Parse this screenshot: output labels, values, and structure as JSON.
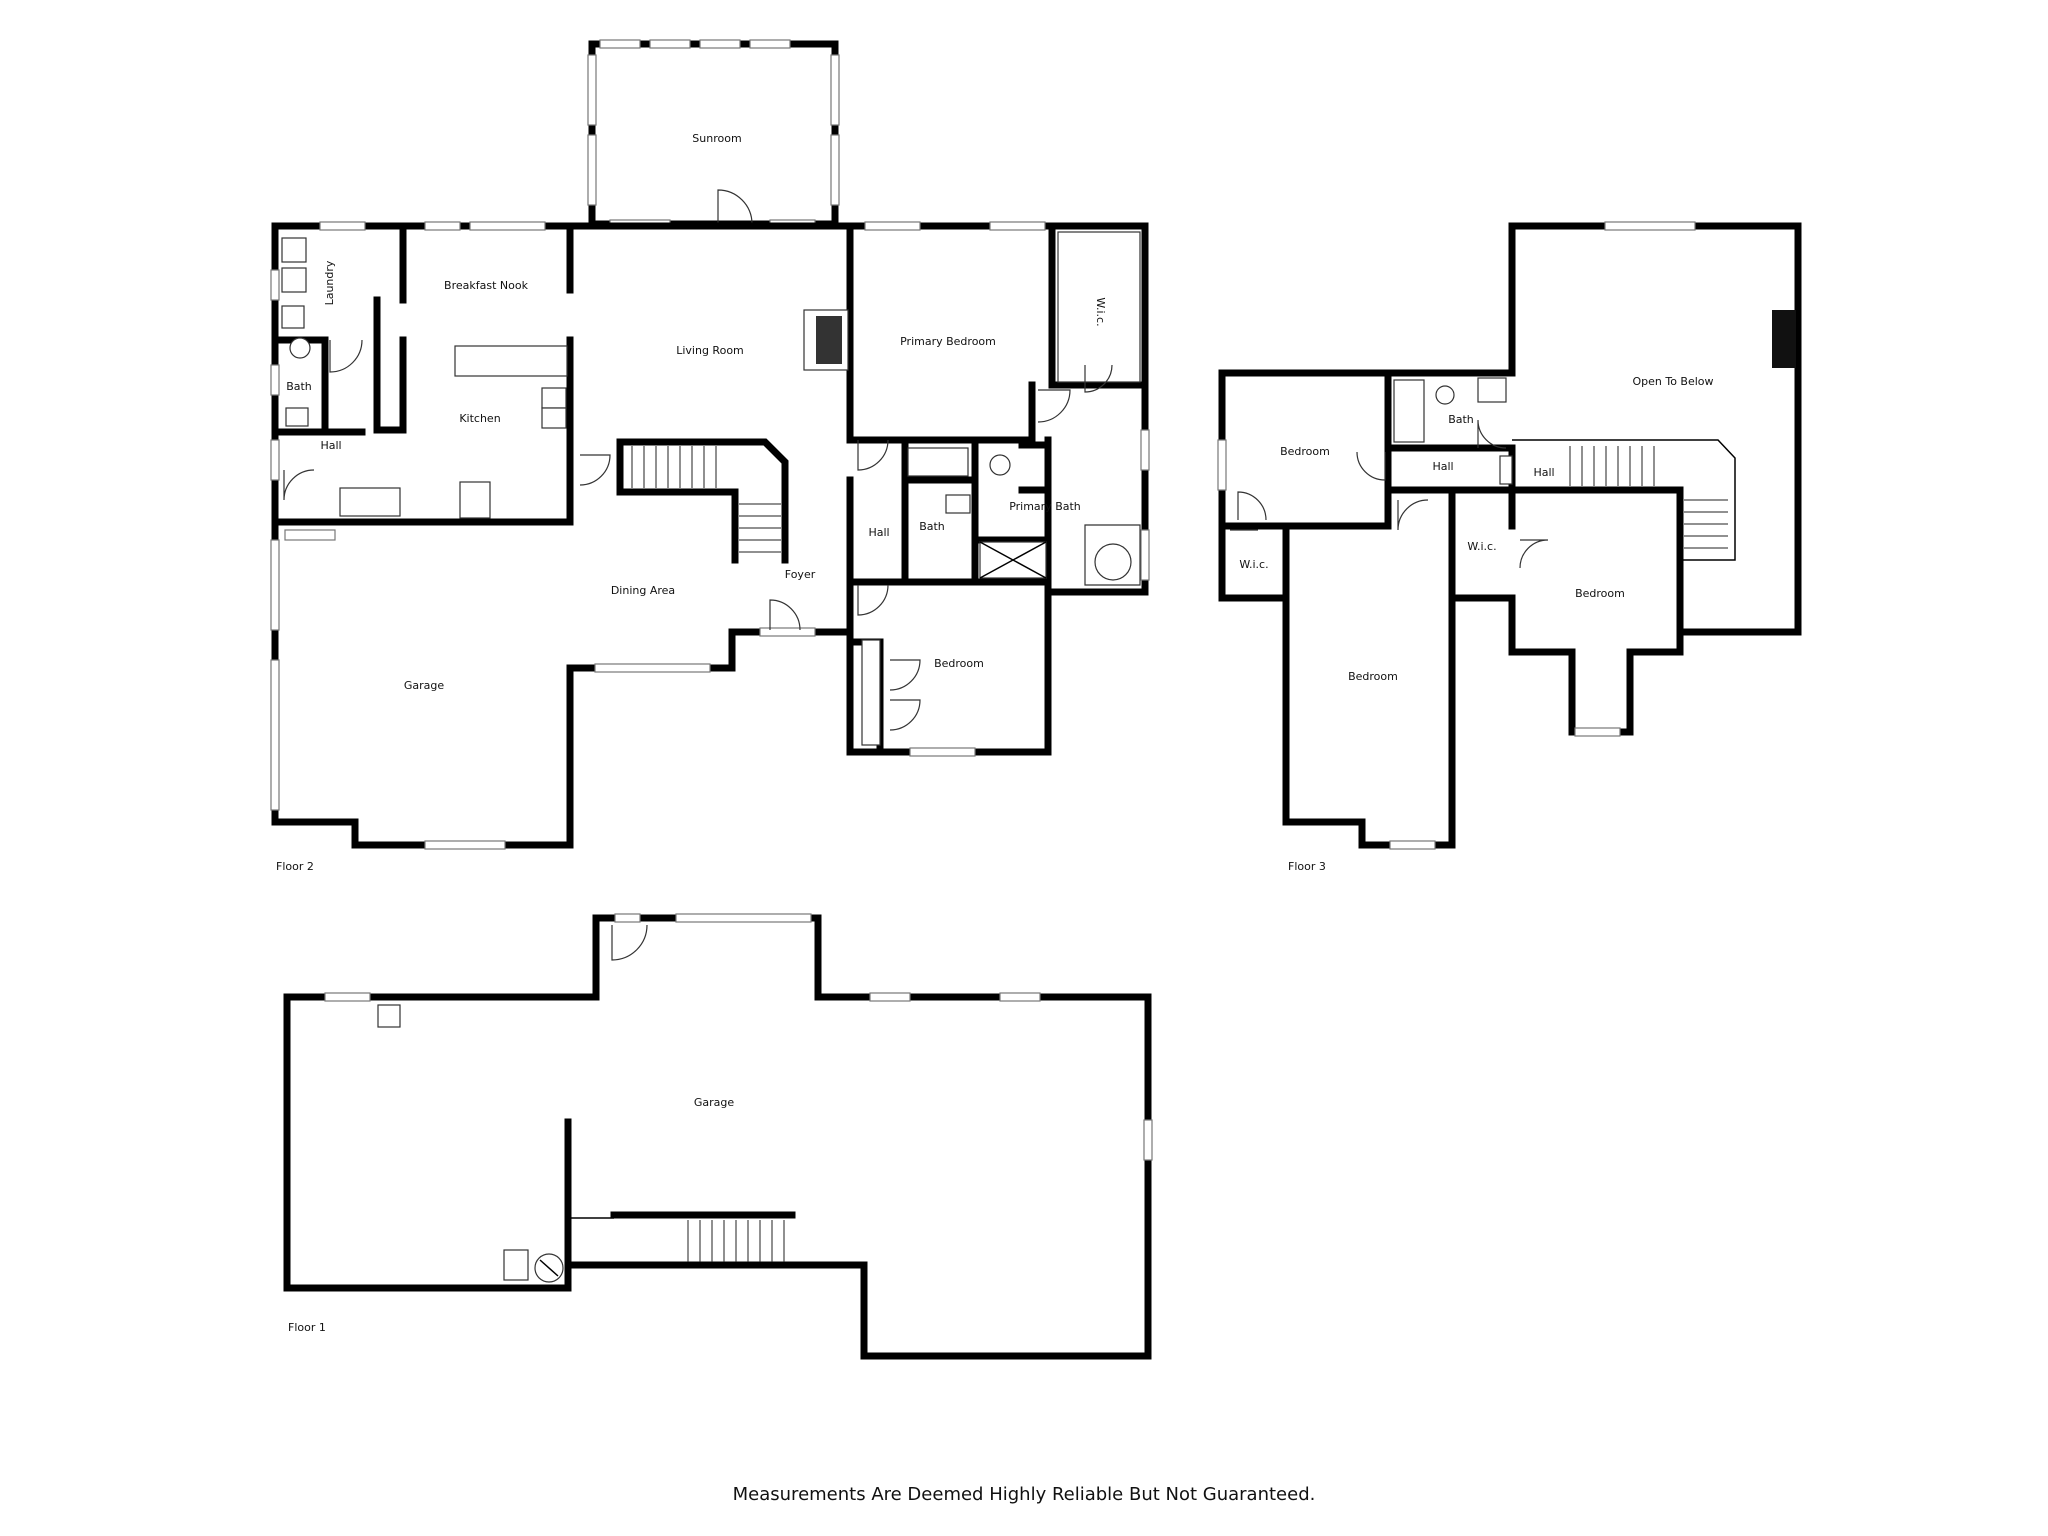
{
  "floors": {
    "floor2": {
      "label": "Floor 2",
      "rooms": {
        "sunroom": "Sunroom",
        "laundry": "Laundry",
        "breakfast_nook": "Breakfast Nook",
        "living_room": "Living Room",
        "primary_bedroom": "Primary Bedroom",
        "wic": "W.i.c.",
        "bath_left": "Bath",
        "kitchen": "Kitchen",
        "hall_left": "Hall",
        "primary_bath": "Primary Bath",
        "hall_mid": "Hall",
        "bath_mid": "Bath",
        "foyer": "Foyer",
        "dining_area": "Dining Area",
        "garage": "Garage",
        "bedroom": "Bedroom"
      }
    },
    "floor3": {
      "label": "Floor 3",
      "rooms": {
        "open_to_below": "Open To Below",
        "bedroom_nw": "Bedroom",
        "bath": "Bath",
        "hall": "Hall",
        "hall_small": "Hall",
        "wic_left": "W.i.c.",
        "wic_mid": "W.i.c.",
        "bedroom_center": "Bedroom",
        "bedroom_right": "Bedroom"
      }
    },
    "floor1": {
      "label": "Floor 1",
      "rooms": {
        "garage": "Garage"
      }
    }
  },
  "disclaimer": "Measurements Are Deemed Highly Reliable But Not Guaranteed."
}
